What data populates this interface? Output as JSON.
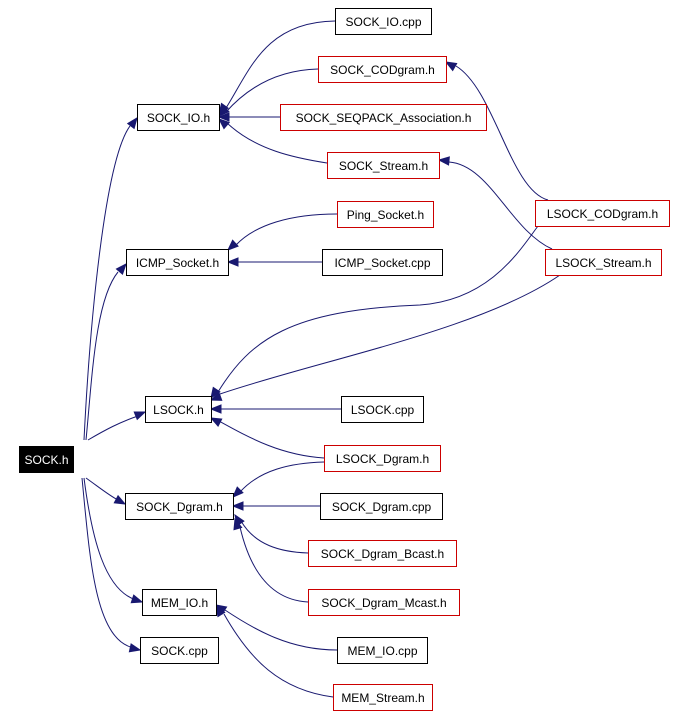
{
  "colors": {
    "edge": "#191970",
    "border_default": "#000000",
    "border_link": "#cc0000",
    "root_fill": "#000000",
    "root_text": "#ffffff",
    "fill": "#ffffff",
    "text": "#000000"
  },
  "nodes": [
    {
      "id": "sock_h",
      "label": "SOCK.h",
      "style": "root"
    },
    {
      "id": "sock_io_h",
      "label": "SOCK_IO.h",
      "style": "black"
    },
    {
      "id": "sock_io_cpp",
      "label": "SOCK_IO.cpp",
      "style": "black"
    },
    {
      "id": "sock_codgram_h",
      "label": "SOCK_CODgram.h",
      "style": "red"
    },
    {
      "id": "sock_seqpack_h",
      "label": "SOCK_SEQPACK_Association.h",
      "style": "red"
    },
    {
      "id": "sock_stream_h",
      "label": "SOCK_Stream.h",
      "style": "red"
    },
    {
      "id": "lsock_codgram_h",
      "label": "LSOCK_CODgram.h",
      "style": "red"
    },
    {
      "id": "ping_socket_h",
      "label": "Ping_Socket.h",
      "style": "red"
    },
    {
      "id": "icmp_socket_h",
      "label": "ICMP_Socket.h",
      "style": "black"
    },
    {
      "id": "icmp_socket_cpp",
      "label": "ICMP_Socket.cpp",
      "style": "black"
    },
    {
      "id": "lsock_stream_h",
      "label": "LSOCK_Stream.h",
      "style": "red"
    },
    {
      "id": "lsock_h",
      "label": "LSOCK.h",
      "style": "black"
    },
    {
      "id": "lsock_cpp",
      "label": "LSOCK.cpp",
      "style": "black"
    },
    {
      "id": "lsock_dgram_h",
      "label": "LSOCK_Dgram.h",
      "style": "red"
    },
    {
      "id": "sock_dgram_h",
      "label": "SOCK_Dgram.h",
      "style": "black"
    },
    {
      "id": "sock_dgram_cpp",
      "label": "SOCK_Dgram.cpp",
      "style": "black"
    },
    {
      "id": "sock_dgram_bcast_h",
      "label": "SOCK_Dgram_Bcast.h",
      "style": "red"
    },
    {
      "id": "sock_dgram_mcast_h",
      "label": "SOCK_Dgram_Mcast.h",
      "style": "red"
    },
    {
      "id": "mem_io_h",
      "label": "MEM_IO.h",
      "style": "black"
    },
    {
      "id": "sock_cpp",
      "label": "SOCK.cpp",
      "style": "black"
    },
    {
      "id": "mem_io_cpp",
      "label": "MEM_IO.cpp",
      "style": "black"
    },
    {
      "id": "mem_stream_h",
      "label": "MEM_Stream.h",
      "style": "red"
    }
  ],
  "edges": [
    {
      "from": "sock_h",
      "to": "sock_io_h"
    },
    {
      "from": "sock_h",
      "to": "icmp_socket_h"
    },
    {
      "from": "sock_h",
      "to": "lsock_h"
    },
    {
      "from": "sock_h",
      "to": "sock_dgram_h"
    },
    {
      "from": "sock_h",
      "to": "mem_io_h"
    },
    {
      "from": "sock_h",
      "to": "sock_cpp"
    },
    {
      "from": "sock_io_h",
      "to": "sock_io_cpp"
    },
    {
      "from": "sock_io_h",
      "to": "sock_codgram_h"
    },
    {
      "from": "sock_io_h",
      "to": "sock_seqpack_h"
    },
    {
      "from": "sock_io_h",
      "to": "sock_stream_h"
    },
    {
      "from": "sock_codgram_h",
      "to": "lsock_codgram_h"
    },
    {
      "from": "sock_stream_h",
      "to": "lsock_stream_h"
    },
    {
      "from": "icmp_socket_h",
      "to": "ping_socket_h"
    },
    {
      "from": "icmp_socket_h",
      "to": "icmp_socket_cpp"
    },
    {
      "from": "lsock_h",
      "to": "lsock_codgram_h"
    },
    {
      "from": "lsock_h",
      "to": "lsock_stream_h"
    },
    {
      "from": "lsock_h",
      "to": "lsock_cpp"
    },
    {
      "from": "lsock_h",
      "to": "lsock_dgram_h"
    },
    {
      "from": "sock_dgram_h",
      "to": "lsock_dgram_h"
    },
    {
      "from": "sock_dgram_h",
      "to": "sock_dgram_cpp"
    },
    {
      "from": "sock_dgram_h",
      "to": "sock_dgram_bcast_h"
    },
    {
      "from": "sock_dgram_h",
      "to": "sock_dgram_mcast_h"
    },
    {
      "from": "mem_io_h",
      "to": "mem_io_cpp"
    },
    {
      "from": "mem_io_h",
      "to": "mem_stream_h"
    }
  ]
}
